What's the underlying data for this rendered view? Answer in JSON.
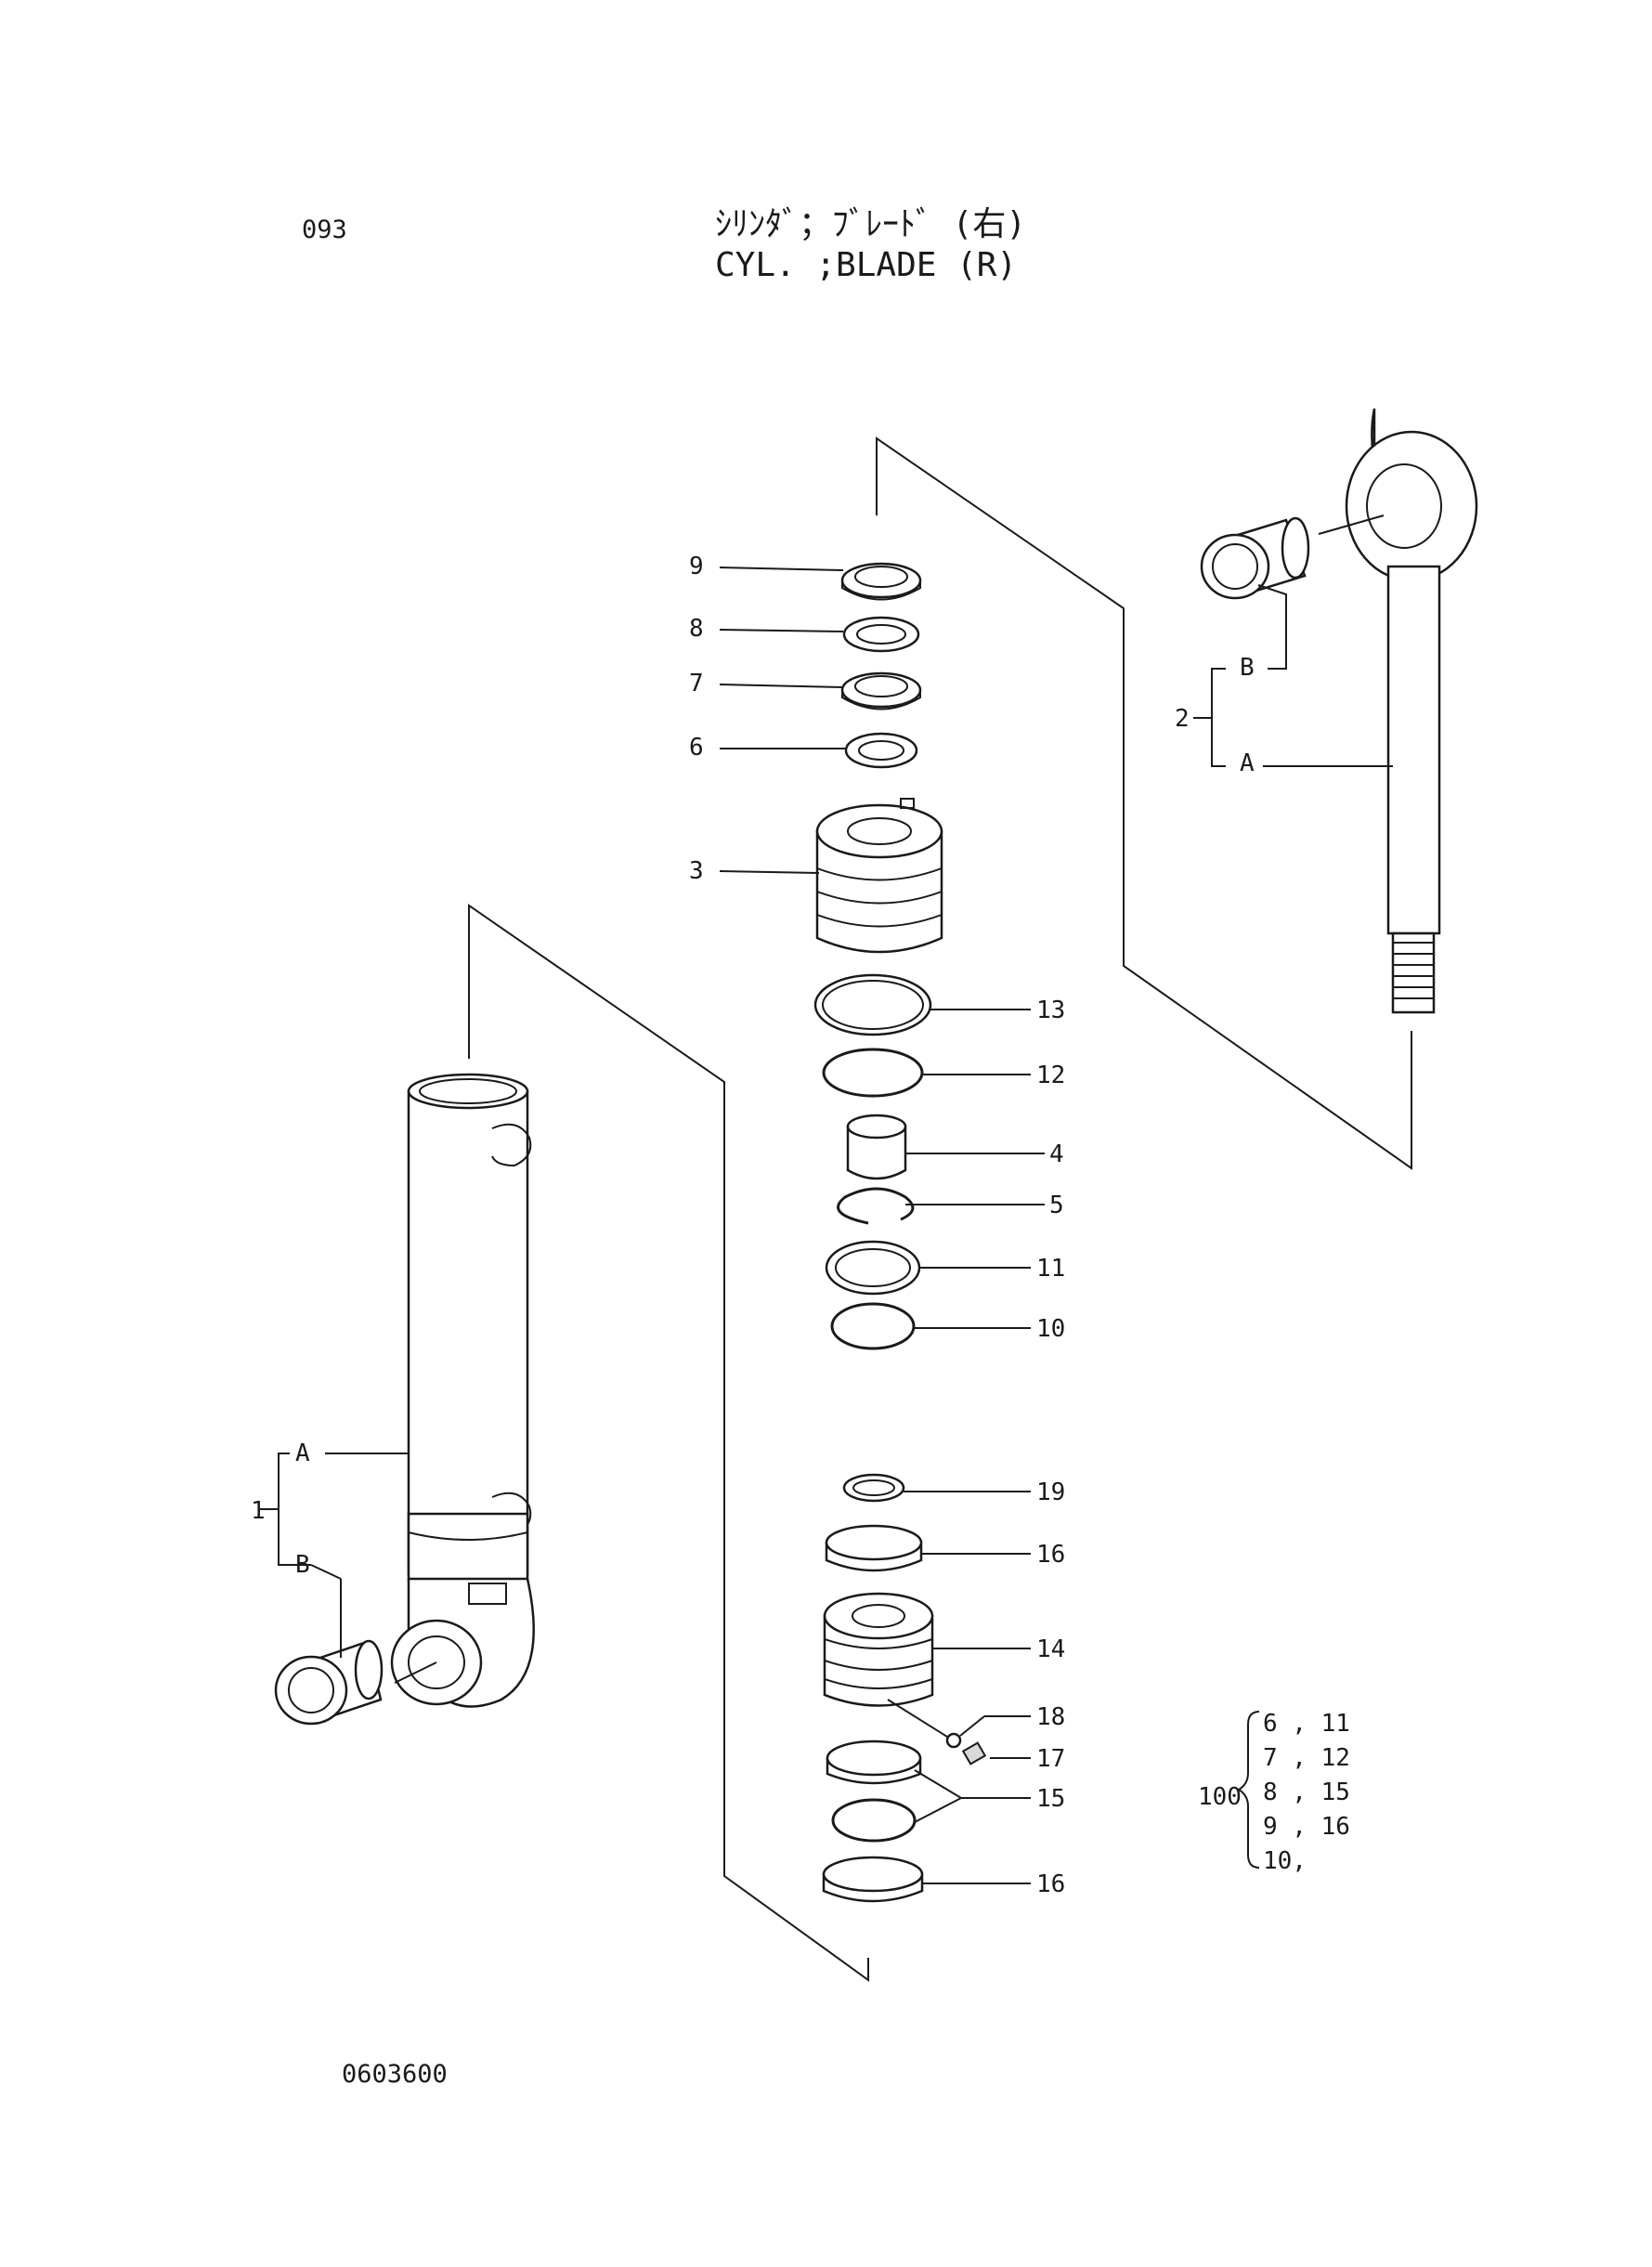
{
  "header": {
    "page_number": "093",
    "title_jp": "ｼﾘﾝﾀﾞ；ﾌﾞﾚｰﾄﾞ (右)",
    "title_en": "CYL. ;BLADE (R)"
  },
  "footer": {
    "drawing_number": "0603600"
  },
  "callouts": {
    "c9": "9",
    "c8": "8",
    "c7": "7",
    "c6": "6",
    "c3": "3",
    "c13": "13",
    "c12": "12",
    "c4": "4",
    "c5": "5",
    "c11": "11",
    "c10": "10",
    "c19": "19",
    "c16a": "16",
    "c14": "14",
    "c18": "18",
    "c17": "17",
    "c15": "15",
    "c16b": "16",
    "c2": "2",
    "c2a": "A",
    "c2b": "B",
    "c1": "1",
    "c1a": "A",
    "c1b": "B"
  },
  "kit": {
    "number": "100",
    "rows": [
      "6 , 11",
      "7 , 12",
      "8 , 15",
      "9 , 16",
      "10,"
    ]
  }
}
